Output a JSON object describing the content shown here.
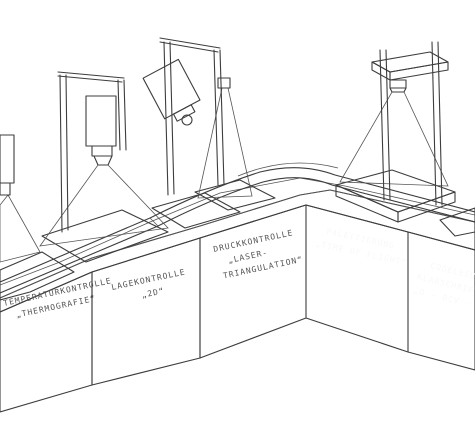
{
  "stations": [
    {
      "id": "temperature",
      "lines": [
        "TEMPERATURKONTROLLE",
        "„THERMOGRAFIE“"
      ]
    },
    {
      "id": "position",
      "lines": [
        "LAGEKONTROLLE",
        "„2D“"
      ]
    },
    {
      "id": "pressure",
      "lines": [
        "DRUCKKONTROLLE",
        "„LASER-",
        "TRIANGULATION“"
      ]
    },
    {
      "id": "pallet",
      "lines": [
        "PALETTIERUNG",
        "„TIME OF FLIGHT“"
      ]
    },
    {
      "id": "code",
      "lines": [
        "CODELESUNG",
        "KLARSCHRIFTLESUNG",
        "„D - OCV -"
      ]
    }
  ],
  "colors": {
    "beam": "#aab8dc",
    "laser_beam": "#f0a88a",
    "wall_shadow": "#d9d9d9",
    "wall_light": "#f2f2f2",
    "ink": "#3d3d3d"
  }
}
